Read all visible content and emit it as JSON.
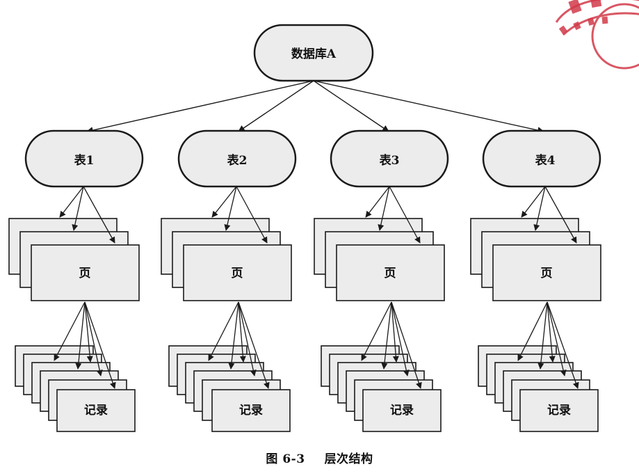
{
  "root": {
    "label": "数据库A"
  },
  "tables": [
    {
      "label": "表1",
      "page_label": "页",
      "record_label": "记录"
    },
    {
      "label": "表2",
      "page_label": "页",
      "record_label": "记录"
    },
    {
      "label": "表3",
      "page_label": "页",
      "record_label": "记录"
    },
    {
      "label": "表4",
      "page_label": "页",
      "record_label": "记录"
    }
  ],
  "caption": {
    "number": "图 6-3",
    "title": "层次结构"
  },
  "colors": {
    "node_fill": "#ececec",
    "stroke": "#1a1a1a",
    "stamp": "#d23a4a"
  }
}
